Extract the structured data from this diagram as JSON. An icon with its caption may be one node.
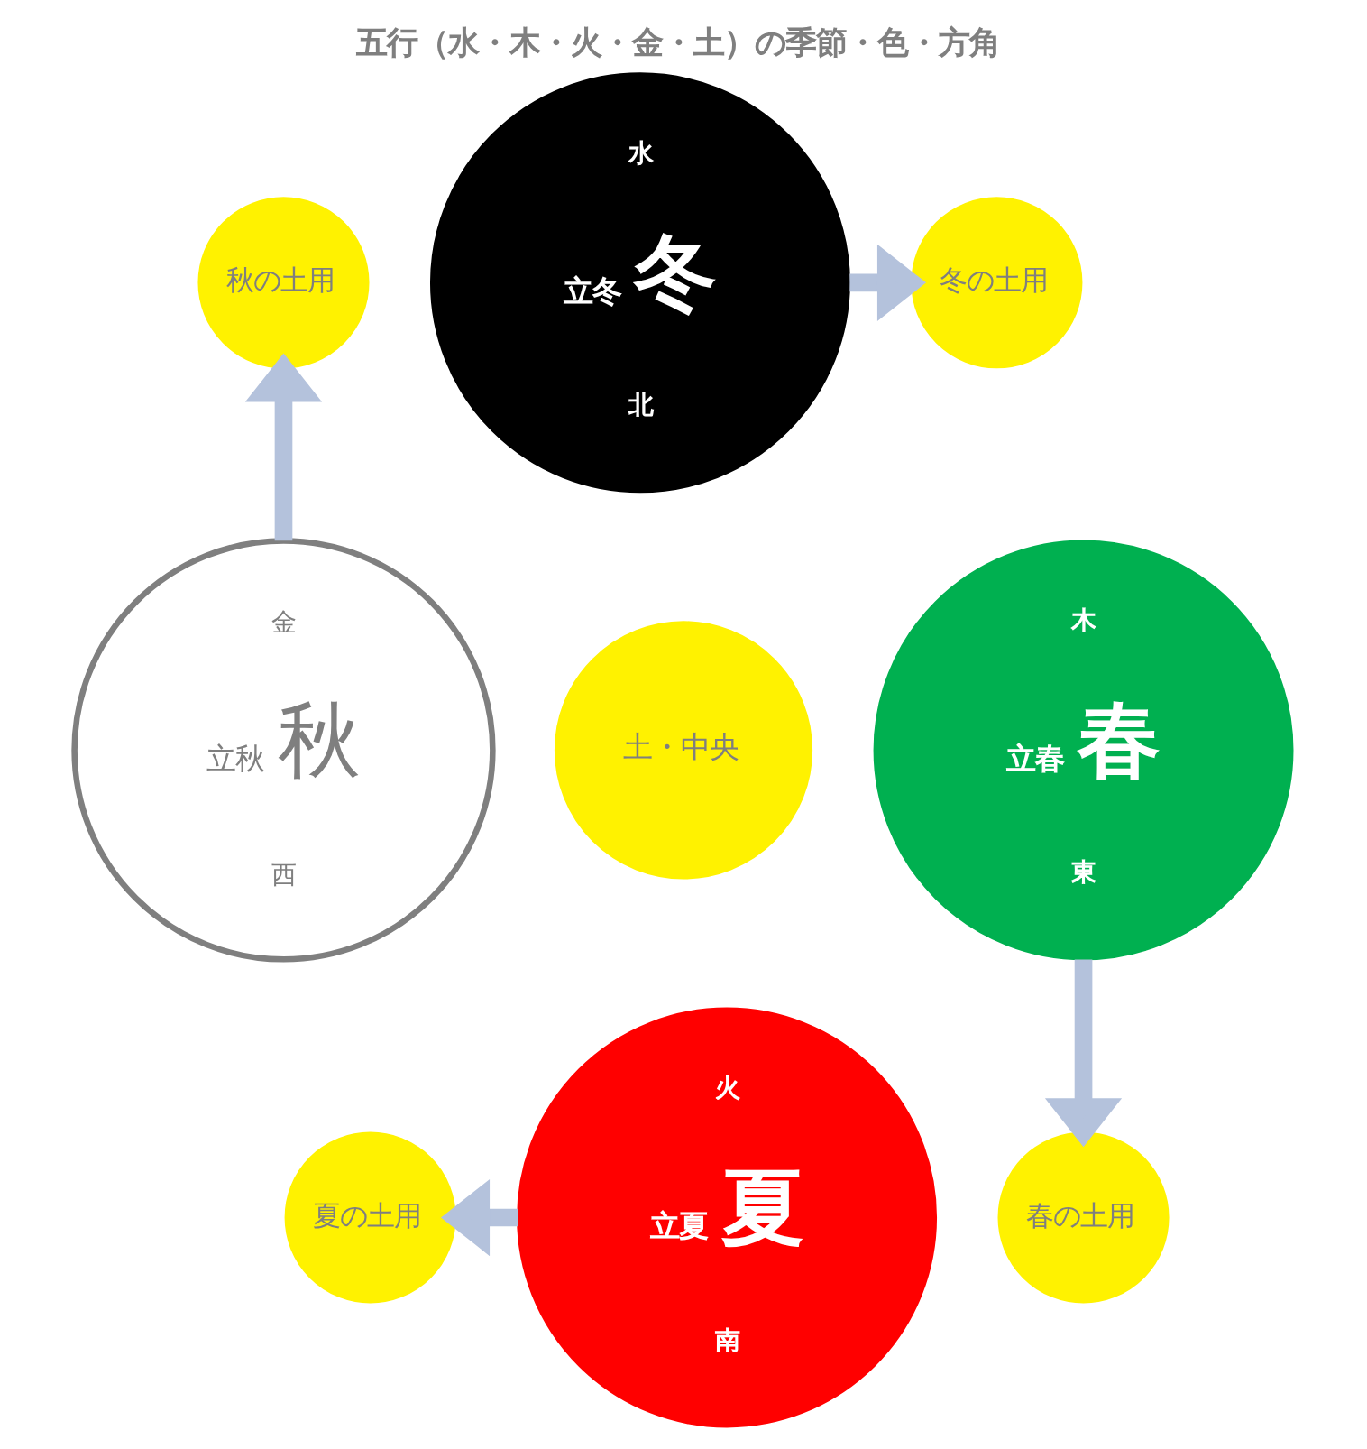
{
  "diagram": {
    "title": "五行（水・木・火・金・土）の季節・色・方角",
    "nodes": [
      {
        "text": [
          "水",
          "立冬",
          "冬",
          "北"
        ]
      },
      {
        "text": [
          "秋の土用"
        ]
      },
      {
        "text": [
          "冬の土用"
        ]
      },
      {
        "text": [
          "金",
          "立秋",
          "秋",
          "西"
        ]
      },
      {
        "text": [
          "土・中央"
        ]
      },
      {
        "text": [
          "木",
          "立春",
          "春",
          "東"
        ]
      },
      {
        "text": [
          "夏の土用"
        ]
      },
      {
        "text": [
          "春の土用"
        ]
      },
      {
        "text": [
          "火",
          "立夏",
          "夏",
          "南"
        ]
      }
    ],
    "edges": [
      {
        "from": 0,
        "to": 2,
        "arrow": "to"
      },
      {
        "from": 5,
        "to": 7,
        "arrow": "to"
      },
      {
        "from": 8,
        "to": 6,
        "arrow": "to"
      },
      {
        "from": 3,
        "to": 1,
        "arrow": "to"
      }
    ]
  }
}
